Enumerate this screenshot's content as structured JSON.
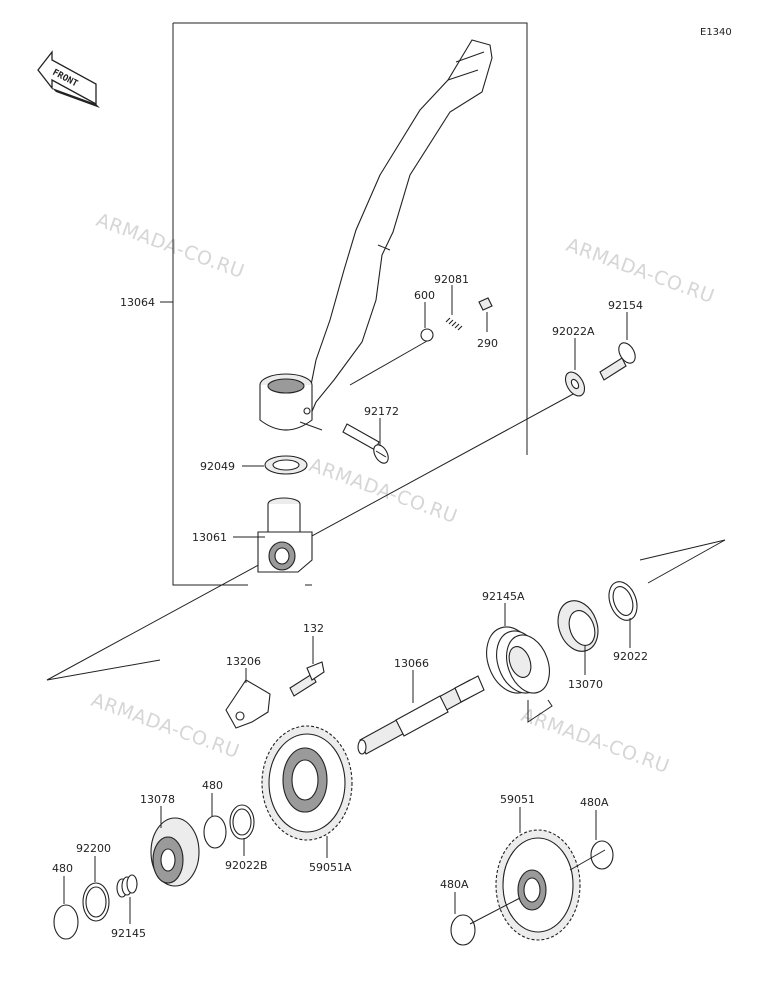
{
  "diagram_code": "E1340",
  "front_marker": "FRONT",
  "watermark": "ARMADA-CO.RU",
  "labels": {
    "p13064": "13064",
    "p92081": "92081",
    "p600": "600",
    "p290": "290",
    "p92154": "92154",
    "p92022A": "92022A",
    "p92172": "92172",
    "p92049": "92049",
    "p13061": "13061",
    "p92145A": "92145A",
    "p13070": "13070",
    "p92022": "92022",
    "p132": "132",
    "p13206": "13206",
    "p13066": "13066",
    "p13078": "13078",
    "p480a": "480",
    "p92022B": "92022B",
    "p59051A": "59051A",
    "p59051": "59051",
    "p480A_top": "480A",
    "p92200": "92200",
    "p480b": "480",
    "p92145": "92145",
    "p480A_left": "480A"
  }
}
